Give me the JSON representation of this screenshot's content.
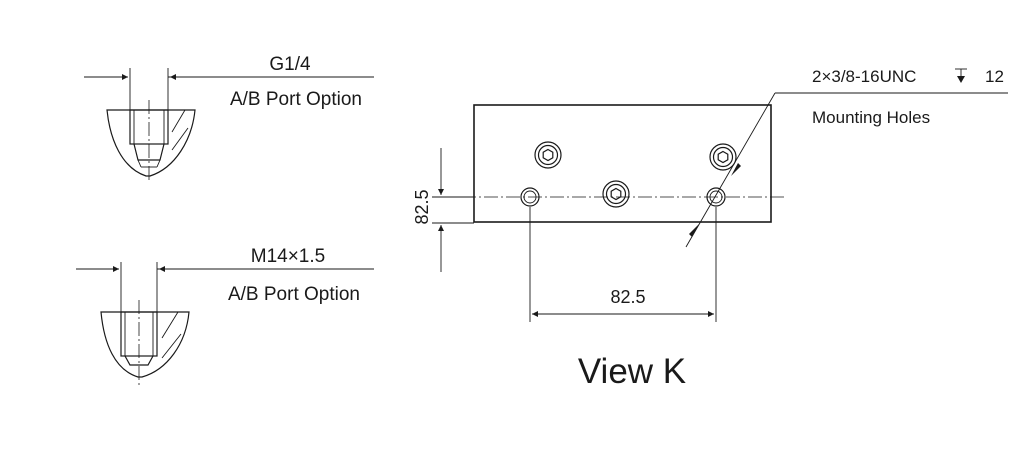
{
  "port_option_top": {
    "size": "G1/4",
    "label": "A/B Port Option"
  },
  "port_option_bottom": {
    "size": "M14×1.5",
    "label": "A/B Port Option"
  },
  "view_k": {
    "title": "View K",
    "mounting_callout": "2×3/8-16UNC",
    "depth_value": "12",
    "mounting_note": "Mounting Holes",
    "dim_horizontal": "82.5",
    "dim_vertical": "82.5"
  }
}
